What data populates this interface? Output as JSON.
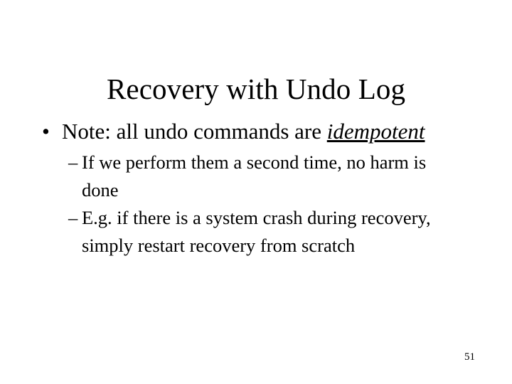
{
  "slide": {
    "title": "Recovery with Undo Log",
    "page_number": "51",
    "background_color": "#ffffff",
    "text_color": "#000000",
    "bullets": [
      {
        "level": 1,
        "marker": "•",
        "text_before_term": "Note: all undo commands are ",
        "term": "idempotent",
        "term_style": "italic-underline"
      },
      {
        "level": 2,
        "marker": "–",
        "text": "If we perform them a second time, no harm is done"
      },
      {
        "level": 2,
        "marker": "–",
        "text": "E.g. if there is a system crash during recovery, simply restart recovery from scratch"
      }
    ]
  }
}
